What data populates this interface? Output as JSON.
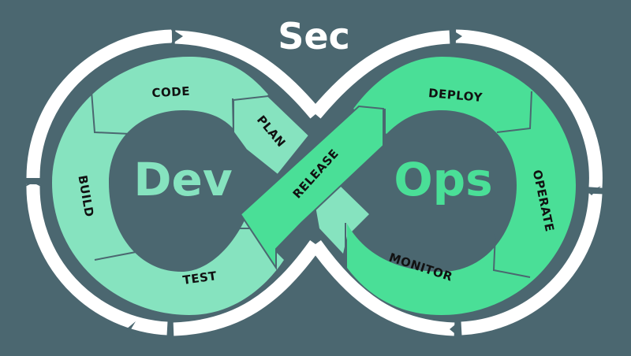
{
  "diagram": {
    "title": "Sec",
    "left_label": "Dev",
    "right_label": "Ops",
    "stages": {
      "code": "CODE",
      "plan": "PLAN",
      "build": "BUILD",
      "test": "TEST",
      "release": "RELEASE",
      "deploy": "DEPLOY",
      "operate": "OPERATE",
      "monitor": "MONITOR"
    },
    "colors": {
      "background": "#4b6770",
      "dev_loop": "#86e3bf",
      "ops_loop": "#4adf97",
      "outer_ring": "#ffffff",
      "stage_text": "#111111"
    }
  }
}
